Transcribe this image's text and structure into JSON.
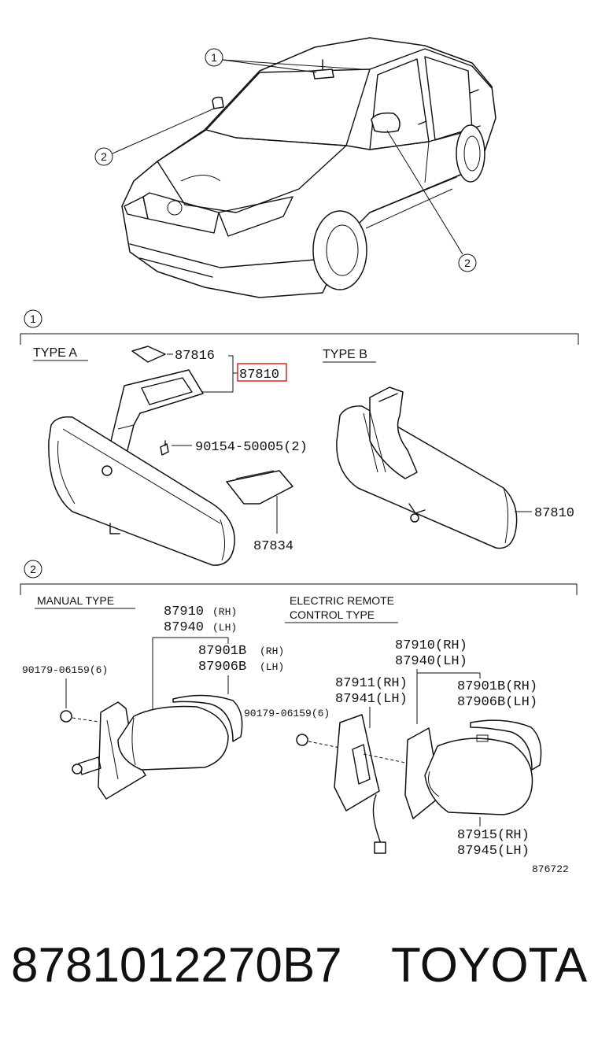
{
  "diagram": {
    "callouts": {
      "c1_top": "1",
      "c2_left": "2",
      "c2_right": "2",
      "section1": "1",
      "section2": "2"
    },
    "section1": {
      "type_a": "TYPE A",
      "type_b": "TYPE B",
      "p_87816": "87816",
      "p_87810_highlight": "87810",
      "p_90154": "90154-50005(2)",
      "p_87834": "87834",
      "p_87810_b": "87810"
    },
    "section2": {
      "manual_type": "MANUAL TYPE",
      "electric_line1": "ELECTRIC REMOTE",
      "electric_line2": "CONTROL TYPE",
      "m_87910": "87910",
      "m_87910_side": "(RH)",
      "m_87940": "87940",
      "m_87940_side": "(LH)",
      "m_87901b": "87901B",
      "m_87901b_side": "(RH)",
      "m_87906b": "87906B",
      "m_87906b_side": "(LH)",
      "m_90179_left": "90179-06159(6)",
      "m_90179_mid": "90179-06159(6)",
      "e_87910": "87910(RH)",
      "e_87940": "87940(LH)",
      "e_87911": "87911(RH)",
      "e_87941": "87941(LH)",
      "e_87901b": "87901B(RH)",
      "e_87906b": "87906B(LH)",
      "e_87915": "87915(RH)",
      "e_87945": "87945(LH)",
      "ref_number": "876722"
    },
    "highlight_color": "#e0201c"
  },
  "footer": {
    "part_number": "8781012270B7",
    "brand": "TOYOTA"
  }
}
